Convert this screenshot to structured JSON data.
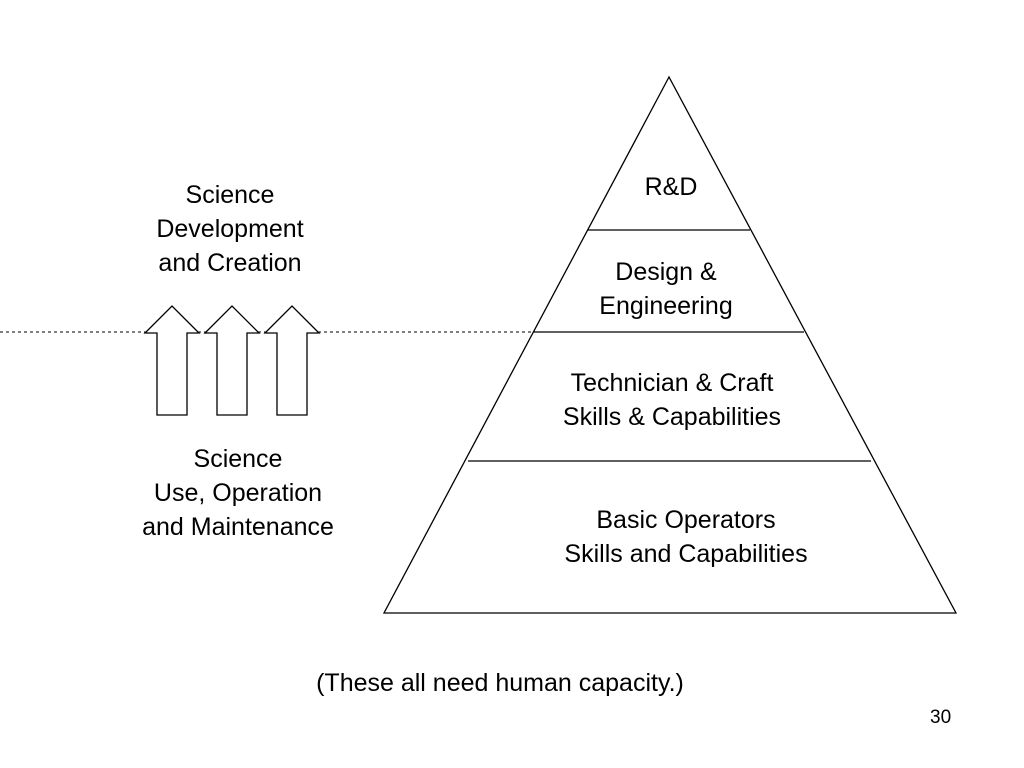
{
  "left_labels": {
    "upper": [
      "Science",
      "Development",
      "and Creation"
    ],
    "lower": [
      "Science",
      "Use, Operation",
      "and Maintenance"
    ]
  },
  "pyramid_tiers": [
    {
      "lines": [
        "R&D"
      ]
    },
    {
      "lines": [
        "Design &",
        "Engineering"
      ]
    },
    {
      "lines": [
        "Technician & Craft",
        "Skills & Capabilities"
      ]
    },
    {
      "lines": [
        "Basic Operators",
        "Skills and Capabilities"
      ]
    }
  ],
  "caption": "(These all need human capacity.)",
  "page_number": "30",
  "colors": {
    "stroke": "#000000",
    "background": "#ffffff"
  }
}
